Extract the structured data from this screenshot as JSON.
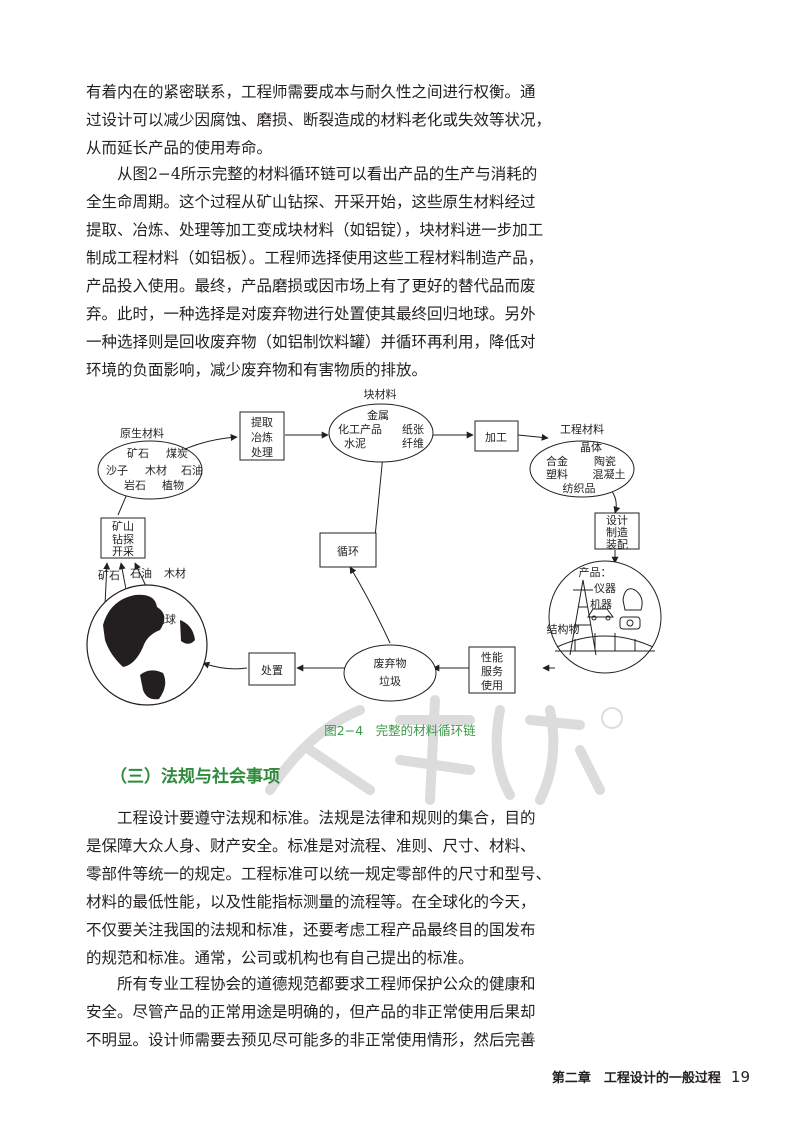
{
  "paragraphs": {
    "p1": [
      "有着内在的紧密联系，工程师需要成本与耐久性之间进行权衡。通",
      "过设计可以减少因腐蚀、磨损、断裂造成的材料老化或失效等状况，",
      "从而延长产品的使用寿命。"
    ],
    "p2": [
      "从图2−4所示完整的材料循环链可以看出产品的生产与消耗的",
      "全生命周期。这个过程从矿山钻探、开采开始，这些原生材料经过",
      "提取、冶炼、处理等加工变成块材料（如铝锭），块材料进一步加工",
      "制成工程材料（如铝板）。工程师选择使用这些工程材料制造产品，",
      "产品投入使用。最终，产品磨损或因市场上有了更好的替代品而废",
      "弃。此时，一种选择是对废弃物进行处置使其最终回归地球。另外",
      "一种选择则是回收废弃物（如铝制饮料罐）并循环再利用，降低对",
      "环境的负面影响，减少废弃物和有害物质的排放。"
    ],
    "p3": [
      "工程设计要遵守法规和标准。法规是法律和规则的集合，目的",
      "是保障大众人身、财产安全。标准是对流程、准则、尺寸、材料、",
      "零部件等统一的规定。工程标准可以统一规定零部件的尺寸和型号、",
      "材料的最低性能，以及性能指标测量的流程等。在全球化的今天，",
      "不仅要关注我国的法规和标准，还要考虑工程产品最终目的国发布",
      "的规范和标准。通常，公司或机构也有自己提出的标准。"
    ],
    "p4": [
      "所有专业工程协会的道德规范都要求工程师保护公众的健康和",
      "安全。尽管产品的正常用途是明确的，但产品的非正常使用后果却",
      "不明显。设计师需要去预见尽可能多的非正常使用情形，然后完善"
    ]
  },
  "figure": {
    "caption": "图2−4　完整的材料循环链",
    "raw": {
      "title": "原生材料",
      "items": [
        "矿石",
        "煤炭",
        "沙子",
        "木材",
        "石油",
        "岩石",
        "植物"
      ]
    },
    "extract_box": [
      "提取",
      "冶炼",
      "处理"
    ],
    "block": {
      "title": "块材料",
      "items": [
        "金属",
        "化工产品",
        "纸张",
        "水泥",
        "纤维"
      ]
    },
    "process_box": "加工",
    "eng": {
      "title": "工程材料",
      "items": [
        "晶体",
        "合金",
        "陶瓷",
        "塑料",
        "混凝土",
        "纺织品"
      ]
    },
    "design_box": [
      "设计",
      "制造",
      "装配"
    ],
    "products": {
      "title": "产品：",
      "items": [
        "仪器",
        "机器",
        "结构物"
      ]
    },
    "perf_box": [
      "性能",
      "服务",
      "使用"
    ],
    "waste": [
      "废弃物",
      "垃圾"
    ],
    "dispose_box": "处置",
    "recycle_box": "循环",
    "earth": "地球",
    "earth_labels": [
      "矿石",
      "石油",
      "木材"
    ],
    "mine_box": [
      "矿山",
      "钻探",
      "开采"
    ]
  },
  "section_heading": "（三）法规与社会事项",
  "footer": {
    "chapter": "第二章　工程设计的一般过程",
    "page": "19"
  },
  "colors": {
    "accent": "#2f8a3c",
    "caption": "#3c9a4a",
    "text": "#231f20"
  }
}
